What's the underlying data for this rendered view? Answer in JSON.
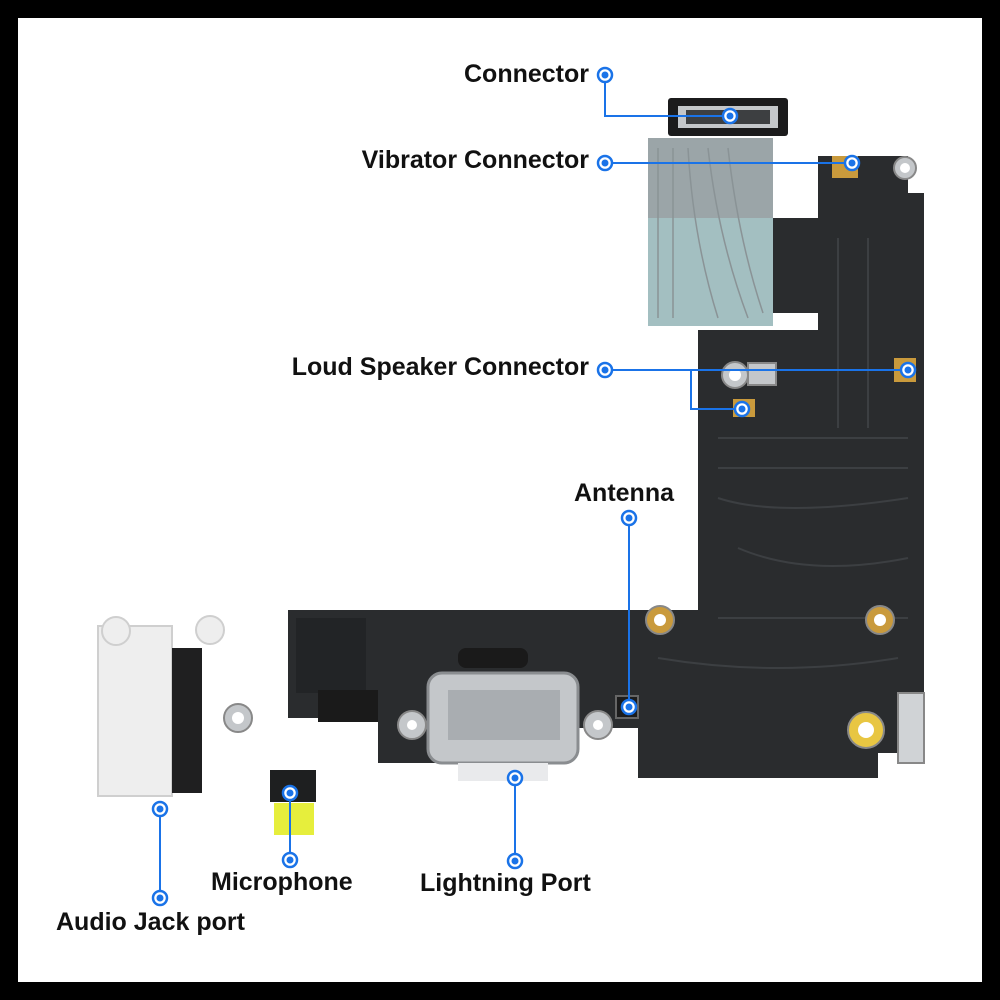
{
  "labels": {
    "connector": "Connector",
    "vibrator_connector": "Vibrator Connector",
    "loud_speaker_connector": "Loud Speaker Connector",
    "antenna": "Antenna",
    "microphone": "Microphone",
    "lightning_port": "Lightning Port",
    "audio_jack_port": "Audio Jack port"
  },
  "colors": {
    "frame": "#000000",
    "background": "#ffffff",
    "callout": "#1a73e8",
    "flex_pcb": "#2a2c2e",
    "ribbon": "#9ba5a8",
    "gold_pad": "#c99a3c",
    "metal": "#c4c7ca",
    "jack_white": "#eeeeee",
    "mic_yellow": "#e6ee3c",
    "text": "#111111"
  }
}
